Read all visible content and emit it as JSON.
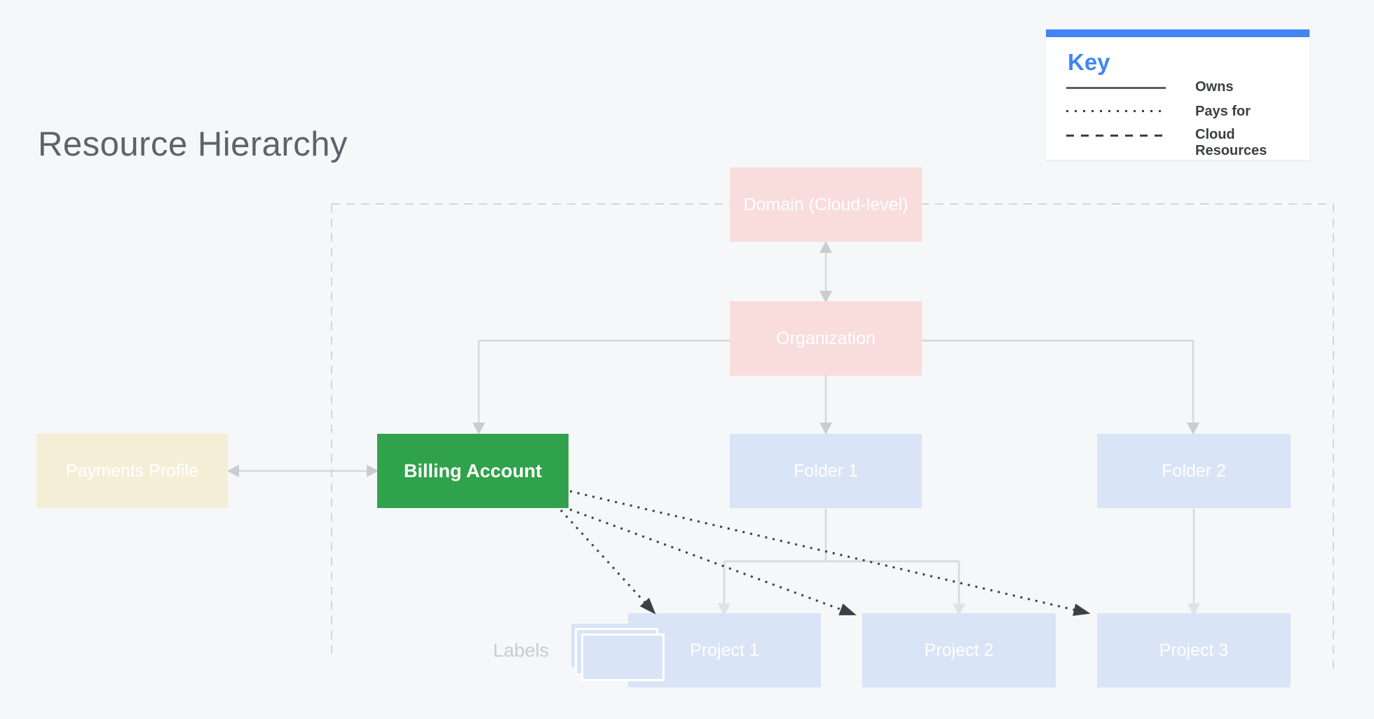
{
  "title": "Resource Hierarchy",
  "key": {
    "heading": "Key",
    "items": [
      {
        "style": "solid",
        "label": "Owns"
      },
      {
        "style": "dotted",
        "label": "Pays for"
      },
      {
        "style": "dashed",
        "label": "Cloud Resources"
      }
    ]
  },
  "nodes": {
    "domain": {
      "label": "Domain (Cloud-level)"
    },
    "organization": {
      "label": "Organization"
    },
    "payments_profile": {
      "label": "Payments Profile"
    },
    "billing_account": {
      "label": "Billing Account"
    },
    "folder1": {
      "label": "Folder 1"
    },
    "folder2": {
      "label": "Folder 2"
    },
    "project1": {
      "label": "Project 1"
    },
    "project2": {
      "label": "Project 2"
    },
    "project3": {
      "label": "Project 3"
    }
  },
  "annotations": {
    "labels_caption": "Labels"
  },
  "colors": {
    "background": "#f6f7f9",
    "pink_box": "#f9dcdc",
    "blue_box": "#dae4f7",
    "cream_box": "#f5eed6",
    "green_box": "#31a24c",
    "key_accent_blue": "#4285f4",
    "connector_gray": "#d6d8da",
    "arrowhead_gray": "#c9ccd0",
    "dark_line": "#3b4045",
    "title_gray": "#5f6368"
  }
}
